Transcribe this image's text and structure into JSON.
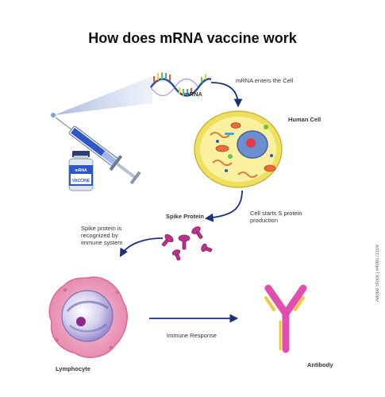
{
  "title": "How does mRNA vaccine work",
  "labels": {
    "mrna": "mRNA",
    "mrna_enters": "mRNA enters the Cell",
    "human_cell": "Human Cell",
    "cell_starts": "Cell starts S protein production",
    "spike_protein": "Spike Protein",
    "spike_recognized": "Spike protein is recognized by immune system",
    "immune_response": "Immune Response",
    "lymphocyte": "Lymphocyte",
    "antibody": "Antibody"
  },
  "vial": {
    "top_text": "mRNA",
    "bottom_text": "VACCINE"
  },
  "stock_id": "Adobe Stock | #408171109",
  "colors": {
    "arrow": "#1e2f7a",
    "cell_outer": "#f0e060",
    "cell_inner": "#f9f0a0",
    "nucleus": "#6b8fd0",
    "spike": "#b8348a",
    "antibody_pink": "#e04fb0",
    "antibody_yellow": "#f3c93c",
    "lymphocyte": "#f1a9c3"
  }
}
